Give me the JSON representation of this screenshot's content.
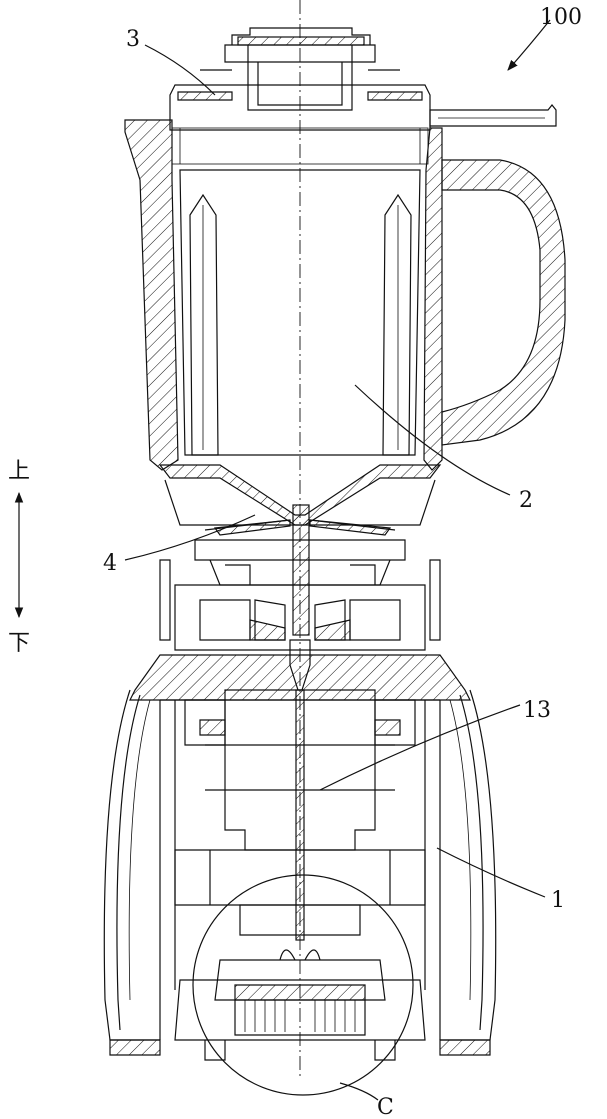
{
  "labels": {
    "assembly": "100",
    "lid": "3",
    "cup": "2",
    "blade": "4",
    "motor": "13",
    "base": "1",
    "detail": "C"
  },
  "direction": {
    "up": "上",
    "down": "下"
  }
}
